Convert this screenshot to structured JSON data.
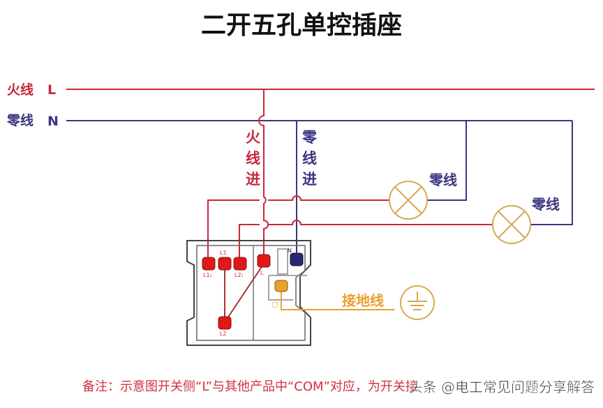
{
  "title": "二开五孔单控插座",
  "lines": {
    "live": {
      "label": "火线",
      "letter": "L",
      "color": "#c8283c"
    },
    "neutral": {
      "label": "零线",
      "letter": "N",
      "color": "#3a3580"
    }
  },
  "labels": {
    "live_in": [
      "火",
      "线",
      "进"
    ],
    "neutral_in": [
      "零",
      "线",
      "进"
    ],
    "lamp1_neutral": "零线",
    "lamp2_neutral": "零线",
    "ground": "接地线"
  },
  "terminals": {
    "l1_1": "L1₁",
    "l1": "L1",
    "l2_1": "L2₁",
    "l": "L",
    "n": "N",
    "l2": "L2"
  },
  "colors": {
    "ground": "#e8a030",
    "lamp": "#d4aa50",
    "terminal_red": "#e01818",
    "terminal_blue": "#28287a"
  },
  "footer": {
    "note": "备注：示意图开关侧“L”与其他产品中“COM”对应，为开关接",
    "watermark": "头条 @电工常见问题分享解答"
  }
}
